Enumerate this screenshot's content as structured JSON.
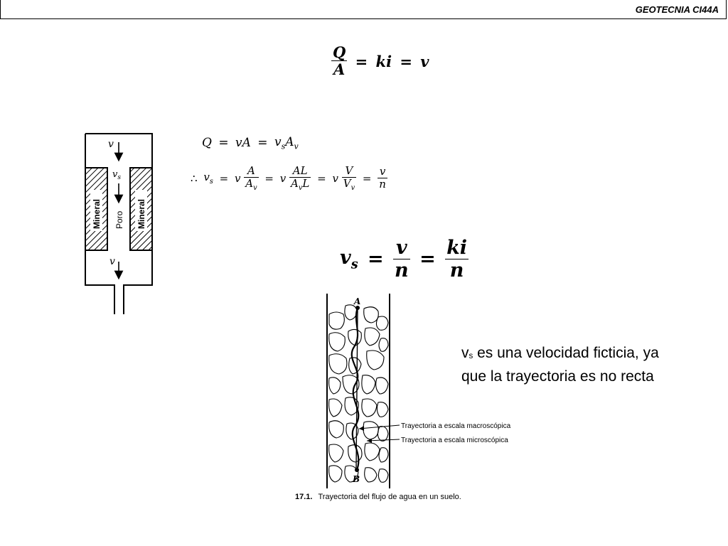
{
  "header": {
    "title": "GEOTECNIA CI44A"
  },
  "equation_1": {
    "num": "Q",
    "den": "A",
    "eq1": "=",
    "mid": "ki",
    "eq2": "=",
    "rhs": "v"
  },
  "equation_2": {
    "lhs": "Q",
    "eq1": "=",
    "mid": "vA",
    "eq2": "=",
    "rhs_base": "v",
    "rhs_sub": "s",
    "rhs_tail_base": "A",
    "rhs_tail_sub": "v"
  },
  "equation_3": {
    "therefore": "∴",
    "lhs_base": "v",
    "lhs_sub": "s",
    "eq": "=",
    "t1_coef": "v",
    "t1_num": "A",
    "t1_den_base": "A",
    "t1_den_sub": "v",
    "t2_coef": "v",
    "t2_num": "AL",
    "t2_den_base": "A",
    "t2_den_sub": "v",
    "t2_den_tail": "L",
    "t3_coef": "v",
    "t3_num": "V",
    "t3_den_base": "V",
    "t3_den_sub": "v",
    "t4_num": "v",
    "t4_den": "n"
  },
  "equation_4": {
    "lhs_base": "v",
    "lhs_sub": "s",
    "eq1": "=",
    "f1_num": "v",
    "f1_den": "n",
    "eq2": "=",
    "f2_num": "ki",
    "f2_den": "n"
  },
  "pore_diagram": {
    "v_top": "v",
    "v_s": "v",
    "v_s_sub": "s",
    "v_bottom": "v",
    "mineral_left": "Mineral",
    "poro": "Poro",
    "mineral_right": "Mineral"
  },
  "soil_diagram": {
    "point_a": "A",
    "point_b": "B",
    "label_macro": "Trayectoria a escala macroscópica",
    "label_micro": "Trayectoria a escala microscópica"
  },
  "caption": {
    "number": "17.1.",
    "text": "Trayectoria del flujo de agua en un suelo."
  },
  "note": {
    "v_base": "v",
    "v_sub": "s",
    "line1": " es una velocidad ficticia, ya",
    "line2": "que la trayectoria es no recta"
  }
}
